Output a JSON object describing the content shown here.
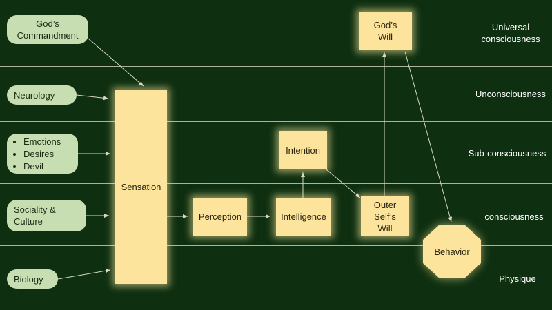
{
  "levels": {
    "universal": [
      "Universal",
      "consciousness"
    ],
    "unconscious": "Unconsciousness",
    "subconscious": "Sub-consciousness",
    "conscious": "consciousness",
    "physique": "Physique"
  },
  "inputs": {
    "gods_commandment": [
      "God’s",
      "Commandment"
    ],
    "neurology": "Neurology",
    "emotions_items": [
      "Emotions",
      "Desires",
      "Devil"
    ],
    "sociality": [
      "Sociality &",
      "Culture"
    ],
    "biology": "Biology"
  },
  "nodes": {
    "sensation": "Sensation",
    "perception": "Perception",
    "intelligence": "Intelligence",
    "intention": "Intention",
    "outer_will": [
      "Outer",
      "Self’s",
      "Will"
    ],
    "gods_will": [
      "God’s",
      "Will"
    ],
    "behavior": "Behavior"
  },
  "colors": {
    "background": "#0e2f10",
    "input_box": "#c7ddb2",
    "process_box": "#fce49d",
    "level_text": "#ffffff",
    "arrow": "#d8d8c8"
  }
}
